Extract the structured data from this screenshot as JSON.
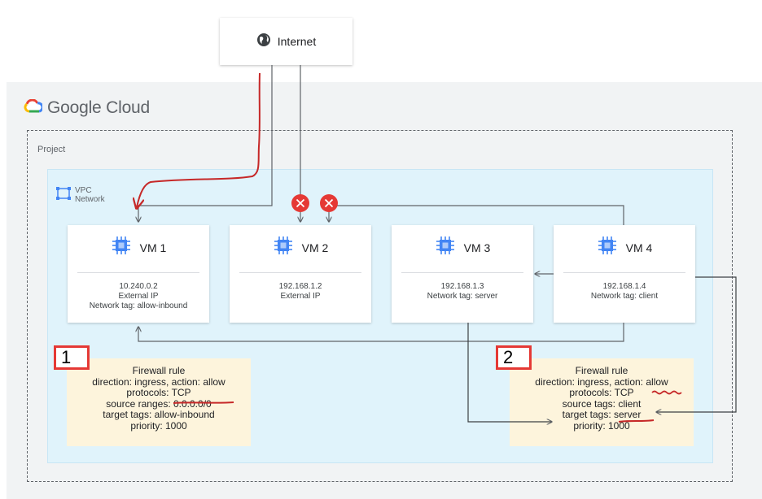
{
  "internet": {
    "label": "Internet",
    "icon": "globe-icon"
  },
  "cloud": {
    "brand": "Google Cloud",
    "icon": "google-cloud-logo-icon"
  },
  "project": {
    "label": "Project"
  },
  "vpc": {
    "label_line1": "VPC",
    "label_line2": "Network",
    "icon": "vpc-network-icon"
  },
  "vms": [
    {
      "name": "VM 1",
      "info": [
        "10.240.0.2",
        "External IP",
        "Network tag: allow-inbound"
      ]
    },
    {
      "name": "VM 2",
      "info": [
        "192.168.1.2",
        "External IP"
      ]
    },
    {
      "name": "VM 3",
      "info": [
        "192.168.1.3",
        "Network tag: server"
      ]
    },
    {
      "name": "VM 4",
      "info": [
        "192.168.1.4",
        "Network tag: client"
      ]
    }
  ],
  "firewall_rules": [
    {
      "number": "1",
      "lines": [
        "Firewall rule",
        "direction: ingress, action: allow",
        "protocols: TCP",
        "source ranges: 0.0.0.0/0",
        "target tags: allow-inbound",
        "priority: 1000"
      ]
    },
    {
      "number": "2",
      "lines": [
        "Firewall rule",
        "direction: ingress, action: allow",
        "protocols: TCP",
        "source tags: client",
        "target tags: server",
        "priority: 1000"
      ]
    }
  ],
  "colors": {
    "blocked": "#e53935",
    "annotation": "#c62828",
    "connector": "#5f6368",
    "chip": "#4285f4",
    "vpc_background": "#e0f3fb",
    "firewall_background": "#fdf4dc"
  }
}
